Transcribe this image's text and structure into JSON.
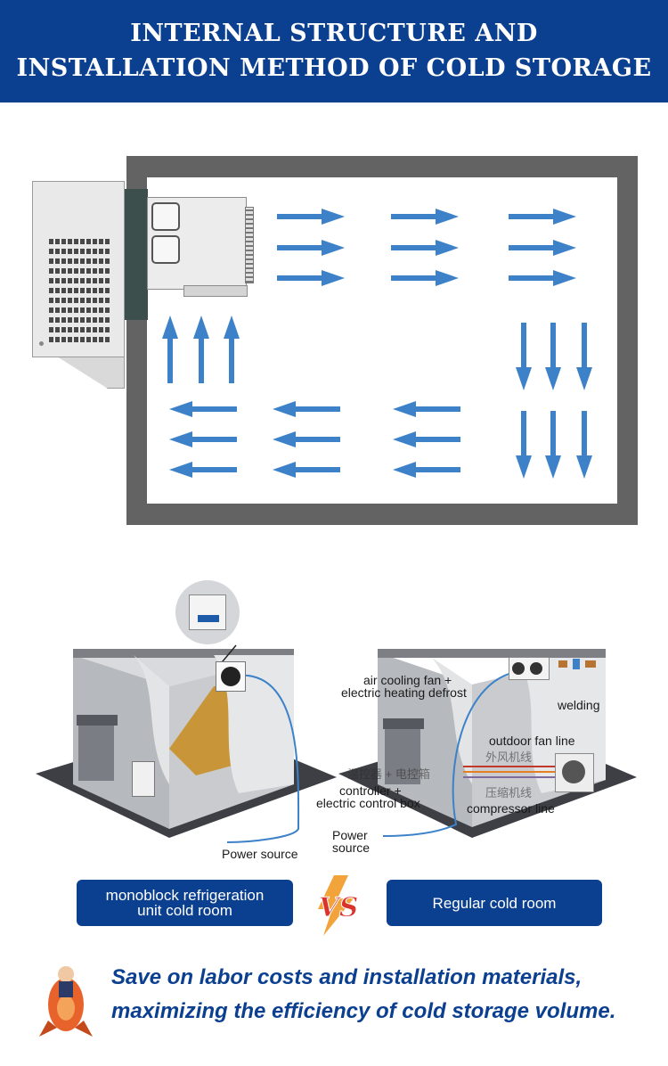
{
  "header": {
    "title_line1": "INTERNAL STRUCTURE AND",
    "title_line2": "INSTALLATION METHOD OF COLD STORAGE"
  },
  "colors": {
    "brand_blue": "#0b3f8f",
    "arrow_blue": "#3d82c8",
    "room_wall": "#636363"
  },
  "airflow_diagram": {
    "icons": [
      "monoblock-unit-icon",
      "evaporator-icon",
      "airflow-arrow-icon"
    ]
  },
  "monoblock_room": {
    "power_label": "Power source"
  },
  "regular_room": {
    "label_fan_1": "air cooling fan +",
    "label_fan_2": "electric heating defrost",
    "label_welding": "welding",
    "label_outdoor": "outdoor fan line",
    "label_outdoor_cn": "外风机线",
    "label_controller_cn": "温控器 + 电控箱",
    "label_controller_1": "controller +",
    "label_controller_2": "electric control box",
    "label_compressor_cn": "压缩机线",
    "label_compressor": "compressor line",
    "label_power_1": "Power",
    "label_power_2": "source"
  },
  "comparison": {
    "left_line1": "monoblock refrigeration",
    "left_line2": "unit cold room",
    "vs_text": "VS",
    "right_label": "Regular cold room"
  },
  "slogan": {
    "line1": "Save on labor costs and installation materials,",
    "line2": "maximizing the efficiency of cold storage volume."
  }
}
